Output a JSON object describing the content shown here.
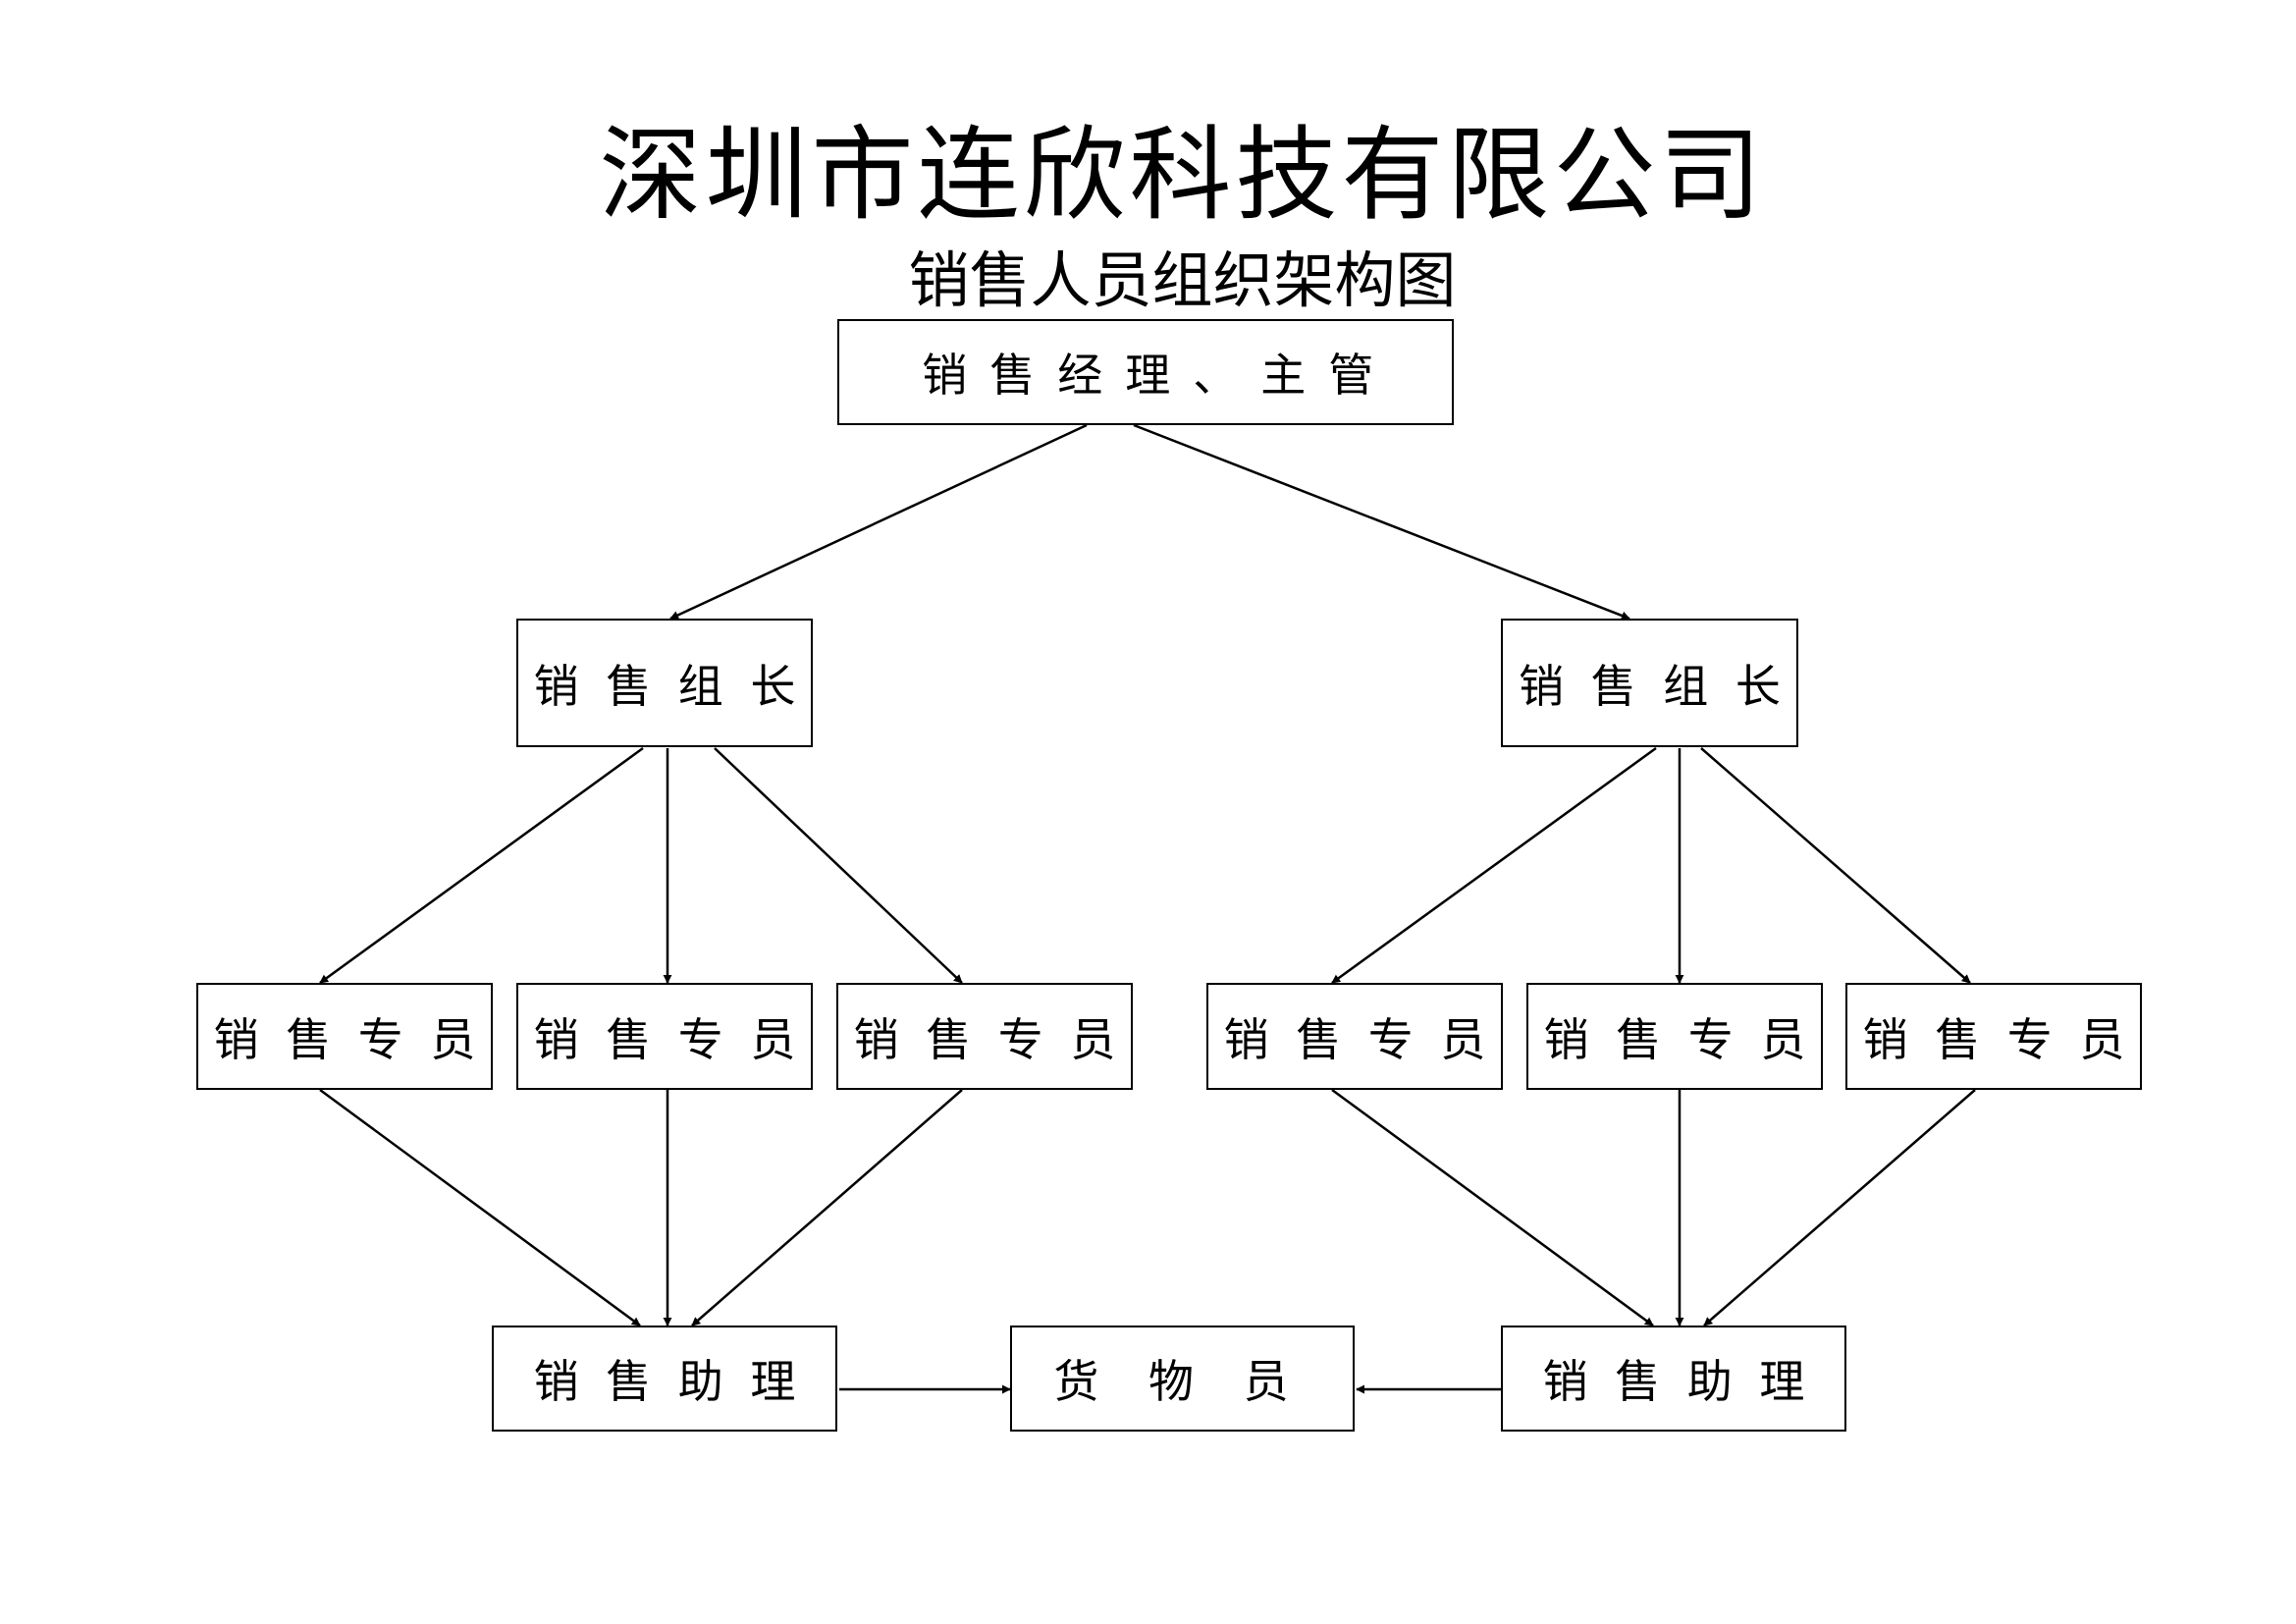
{
  "header": {
    "title": "深圳市连欣科技有限公司",
    "subtitle": "销售人员组织架构图"
  },
  "nodes": {
    "manager": "销售经理、主管",
    "leader_left": "销售组长",
    "leader_right": "销售组长",
    "specialist_1": "销售专员",
    "specialist_2": "销售专员",
    "specialist_3": "销售专员",
    "specialist_4": "销售专员",
    "specialist_5": "销售专员",
    "specialist_6": "销售专员",
    "assistant_left": "销售助理",
    "cargo_clerk": "货物员",
    "assistant_right": "销售助理"
  },
  "colors": {
    "line": "#000000",
    "box_border": "#000000",
    "background": "#ffffff"
  }
}
